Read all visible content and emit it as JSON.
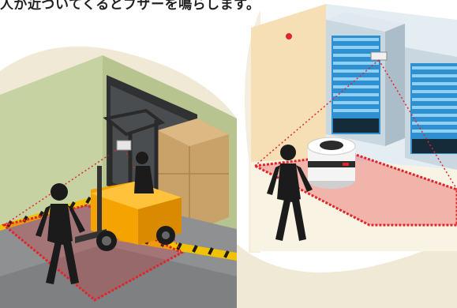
{
  "caption": {
    "text": "人が近づいてくるとブザーを鳴らします。"
  },
  "colors": {
    "hazard_red": "#e2242b",
    "forklift_orange": "#f5a300",
    "wall_green": "#c7d2a3",
    "floor_gray": "#8e9091",
    "server_blue": "#2f8fcf",
    "background_cream": "#efe9d6"
  },
  "scenes": [
    {
      "name": "forklift-warehouse-scene"
    },
    {
      "name": "server-room-robot-scene"
    }
  ]
}
